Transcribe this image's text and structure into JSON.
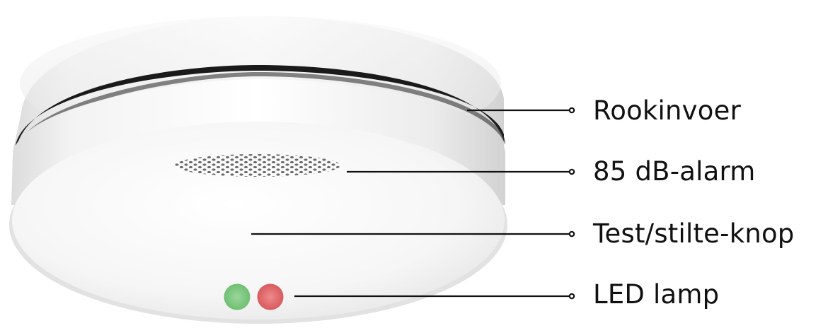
{
  "callouts": {
    "smoke_inlet": "Rookinvoer",
    "alarm": "85 dB-alarm",
    "test_button": "Test/stilte-knop",
    "led": "LED lamp"
  },
  "device": {
    "icon": "smoke-detector",
    "led_colors": {
      "green": "#7fc97f",
      "red": "#e0676a"
    },
    "body_color": "#f4f4f4",
    "vent_color": "#1a1a1a"
  }
}
